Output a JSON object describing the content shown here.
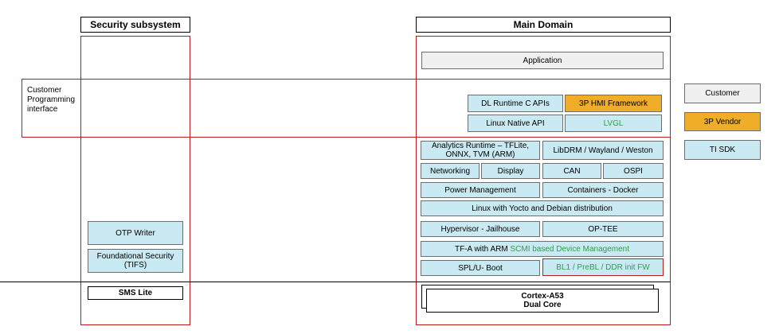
{
  "headers": {
    "security": "Security subsystem",
    "main": "Main Domain"
  },
  "customer_interface_label": "Customer Programming interface",
  "main_stack": {
    "application": "Application",
    "dl_runtime": "DL Runtime C APIs",
    "hmi_framework": "3P HMI Framework",
    "linux_native_api": "Linux Native API",
    "lvgl": "LVGL",
    "analytics_runtime": "Analytics Runtime – TFLite, ONNX, TVM (ARM)",
    "libdrm": "LibDRM / Wayland / Weston",
    "networking": "Networking",
    "display": "Display",
    "can": "CAN",
    "ospi": "OSPI",
    "power_mgmt": "Power Management",
    "containers": "Containers - Docker",
    "linux_distro": "Linux with Yocto and Debian distribution",
    "hypervisor": "Hypervisor - Jailhouse",
    "optee": "OP-TEE",
    "tfa_prefix": "TF-A with ARM",
    "tfa_scmi": "SCMI based Device Management",
    "spl_uboot": "SPL/U- Boot",
    "bl1": "BL1 / PreBL / DDR init FW",
    "cortex": "Cortex-A53",
    "dual_core": "Dual Core"
  },
  "security_stack": {
    "otp_writer": "OTP Writer",
    "foundational_security": "Foundational Security (TIFS)",
    "sms_lite": "SMS Lite"
  },
  "legend": {
    "customer": "Customer",
    "vendor": "3P Vendor",
    "ti_sdk": "TI SDK"
  },
  "colors": {
    "ti_sdk": "#c9eaf2",
    "vendor": "#f0ad27",
    "customer": "#f0f0f0",
    "border_red": "#b71c1c",
    "text_green": "#2e9e47"
  }
}
